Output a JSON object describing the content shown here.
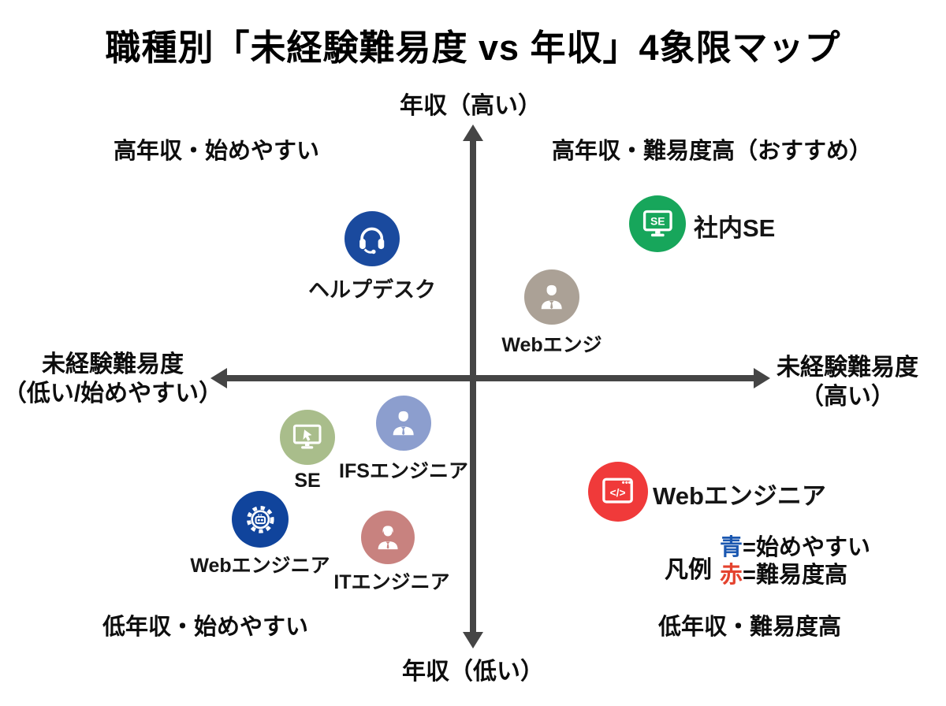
{
  "title": "職種別「未経験難易度 vs 年収」4象限マップ",
  "axes": {
    "top": "年収（高い）",
    "bottom": "年収（低い）",
    "left_line1": "未経験難易度",
    "left_line2": "（低い/始めやすい）",
    "right_line1": "未経験難易度",
    "right_line2": "（高い）",
    "axis_color": "#454545"
  },
  "quadrants": {
    "top_left": "高年収・始めやすい",
    "top_right": "高年収・難易度高（おすすめ）",
    "bottom_left": "低年収・始めやすい",
    "bottom_right": "低年収・難易度高"
  },
  "points": [
    {
      "id": "helpdesk",
      "label": "ヘルプデスク",
      "icon": "headset-icon",
      "color": "#1A4A9E",
      "quadrant": "top-left"
    },
    {
      "id": "internal-se",
      "label": "社内SE",
      "icon": "monitor-se-icon",
      "color": "#17A65B",
      "quadrant": "top-right"
    },
    {
      "id": "web-engi",
      "label": "Webエンジ",
      "icon": "businessman-icon",
      "color": "#ABA196",
      "quadrant": "top-right"
    },
    {
      "id": "se",
      "label": "SE",
      "icon": "monitor-cursor-icon",
      "color": "#A9BD8B",
      "quadrant": "bottom-left"
    },
    {
      "id": "ifs-engineer",
      "label": "IFSエンジニア",
      "icon": "businessman-icon",
      "color": "#8C9ECE",
      "quadrant": "bottom-left"
    },
    {
      "id": "web-engineer-blue",
      "label": "Webエンジニア",
      "icon": "gear-robot-icon",
      "color": "#10449C",
      "quadrant": "bottom-left"
    },
    {
      "id": "it-engineer",
      "label": "ITエンジニア",
      "icon": "person-icon",
      "color": "#C8827F",
      "quadrant": "bottom-left"
    },
    {
      "id": "web-engineer-red",
      "label": "Webエンジニア",
      "icon": "code-window-icon",
      "color": "#F03A3A",
      "quadrant": "bottom-right"
    }
  ],
  "legend": {
    "title": "凡例",
    "entries": [
      {
        "key": "青",
        "key_color": "#1A57B0",
        "text": "=始めやすい"
      },
      {
        "key": "赤",
        "key_color": "#E4432F",
        "text": "=難易度高"
      }
    ]
  }
}
